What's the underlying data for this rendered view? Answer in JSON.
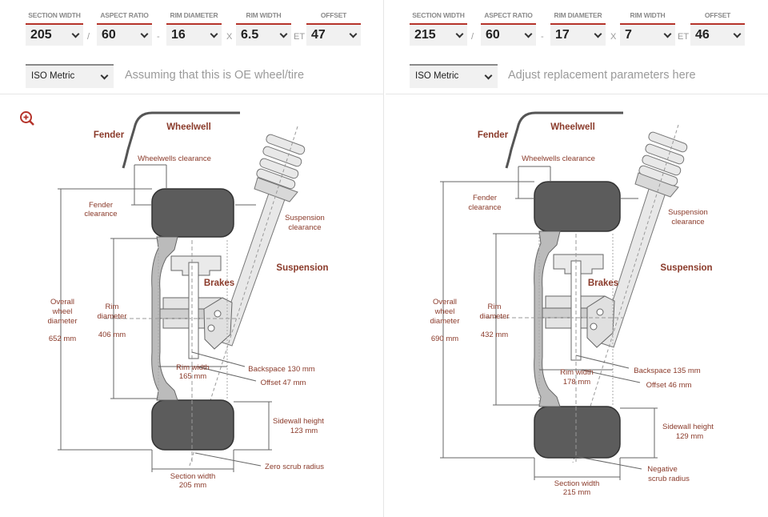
{
  "field_labels": [
    "SECTION WIDTH",
    "ASPECT RATIO",
    "RIM DIAMETER",
    "RIM WIDTH",
    "OFFSET"
  ],
  "separators": {
    "slash": "/",
    "dash": "-",
    "x": "X",
    "et": "ET"
  },
  "left": {
    "fields": [
      "205",
      "60",
      "16",
      "6.5",
      "47"
    ],
    "unit": "ISO Metric",
    "hint": "Assuming that this is OE wheel/tire",
    "diagram": {
      "wheelwell": "Wheelwell",
      "fender": "Fender",
      "wheelwells_clearance": "Wheelwells clearance",
      "fender_clearance_1": "Fender",
      "fender_clearance_2": "clearance",
      "suspension_clearance_1": "Suspension",
      "suspension_clearance_2": "clearance",
      "suspension": "Suspension",
      "brakes": "Brakes",
      "overall_1": "Overall",
      "overall_2": "wheel",
      "overall_3": "diameter",
      "overall_value": "652 mm",
      "rim_1": "Rim",
      "rim_2": "diameter",
      "rim_value": "406 mm",
      "rim_width_1": "Rim width",
      "rim_width_2": "165 mm",
      "backspace": "Backspace 130 mm",
      "offset": "Offset 47 mm",
      "sidewall_1": "Sidewall height",
      "sidewall_2": "123 mm",
      "scrub_1": "Zero scrub radius",
      "scrub_2": "",
      "section_1": "Section width",
      "section_2": "205 mm"
    }
  },
  "right": {
    "fields": [
      "215",
      "60",
      "17",
      "7",
      "46"
    ],
    "unit": "ISO Metric",
    "hint": "Adjust replacement parameters here",
    "diagram": {
      "wheelwell": "Wheelwell",
      "fender": "Fender",
      "wheelwells_clearance": "Wheelwells clearance",
      "fender_clearance_1": "Fender",
      "fender_clearance_2": "clearance",
      "suspension_clearance_1": "Suspension",
      "suspension_clearance_2": "clearance",
      "suspension": "Suspension",
      "brakes": "Brakes",
      "overall_1": "Overall",
      "overall_2": "wheel",
      "overall_3": "diameter",
      "overall_value": "690 mm",
      "rim_1": "Rim",
      "rim_2": "diameter",
      "rim_value": "432 mm",
      "rim_width_1": "Rim width",
      "rim_width_2": "178 mm",
      "backspace": "Backspace 135 mm",
      "offset": "Offset 46 mm",
      "sidewall_1": "Sidewall height",
      "sidewall_2": "129 mm",
      "scrub_1": "Negative",
      "scrub_2": "scrub radius",
      "section_1": "Section width",
      "section_2": "215 mm"
    }
  },
  "icons": {
    "zoom": "zoom-in-icon",
    "select": "chevron-down-icon"
  },
  "colors": {
    "accent": "#b5332a",
    "label": "#8a3a2a",
    "tire": "#5a5a5a"
  }
}
